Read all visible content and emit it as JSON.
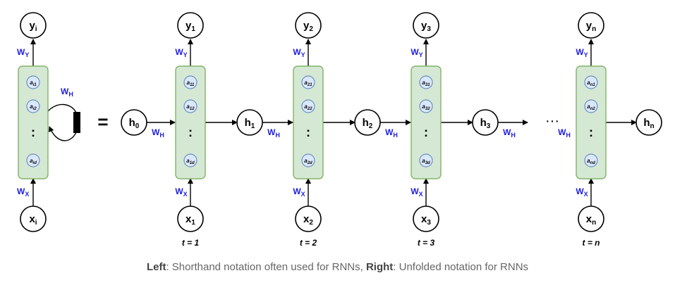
{
  "left": {
    "output": {
      "base": "y",
      "sub": "i"
    },
    "input": {
      "base": "x",
      "sub": "i"
    },
    "units": [
      {
        "base": "a",
        "sub": "i1"
      },
      {
        "base": "a",
        "sub": "i2"
      },
      {
        "base": "a",
        "sub": "id"
      }
    ],
    "w_out": {
      "base": "W",
      "sub": "Y"
    },
    "w_in": {
      "base": "W",
      "sub": "X"
    },
    "w_rec": {
      "base": "W",
      "sub": "H"
    }
  },
  "equals": "=",
  "dots": ":",
  "h0": {
    "base": "h",
    "sub": "0"
  },
  "steps": [
    {
      "output": {
        "base": "y",
        "sub": "1"
      },
      "input": {
        "base": "x",
        "sub": "1"
      },
      "units": [
        {
          "base": "a",
          "sub": "11"
        },
        {
          "base": "a",
          "sub": "12"
        },
        {
          "base": "a",
          "sub": "1d"
        }
      ],
      "hidden": {
        "base": "h",
        "sub": "1"
      },
      "time": "t = 1",
      "w_out": {
        "base": "W",
        "sub": "Y"
      },
      "w_in": {
        "base": "W",
        "sub": "X"
      },
      "w_h": {
        "base": "W",
        "sub": "H"
      }
    },
    {
      "output": {
        "base": "y",
        "sub": "2"
      },
      "input": {
        "base": "x",
        "sub": "2"
      },
      "units": [
        {
          "base": "a",
          "sub": "21"
        },
        {
          "base": "a",
          "sub": "22"
        },
        {
          "base": "a",
          "sub": "2d"
        }
      ],
      "hidden": {
        "base": "h",
        "sub": "2"
      },
      "time": "t = 2",
      "w_out": {
        "base": "W",
        "sub": "Y"
      },
      "w_in": {
        "base": "W",
        "sub": "X"
      },
      "w_h": {
        "base": "W",
        "sub": "H"
      }
    },
    {
      "output": {
        "base": "y",
        "sub": "3"
      },
      "input": {
        "base": "x",
        "sub": "3"
      },
      "units": [
        {
          "base": "a",
          "sub": "31"
        },
        {
          "base": "a",
          "sub": "32"
        },
        {
          "base": "a",
          "sub": "3d"
        }
      ],
      "hidden": {
        "base": "h",
        "sub": "3"
      },
      "time": "t = 3",
      "w_out": {
        "base": "W",
        "sub": "Y"
      },
      "w_in": {
        "base": "W",
        "sub": "X"
      },
      "w_h": {
        "base": "W",
        "sub": "H"
      }
    },
    {
      "output": {
        "base": "y",
        "sub": "n"
      },
      "input": {
        "base": "x",
        "sub": "n"
      },
      "units": [
        {
          "base": "a",
          "sub": "n1"
        },
        {
          "base": "a",
          "sub": "n2"
        },
        {
          "base": "a",
          "sub": "nd"
        }
      ],
      "hidden": {
        "base": "h",
        "sub": "n"
      },
      "time": "t = n",
      "w_out": {
        "base": "W",
        "sub": "Y"
      },
      "w_in": {
        "base": "W",
        "sub": "X"
      },
      "w_h": {
        "base": "W",
        "sub": "H"
      }
    }
  ],
  "w_h_after_h3": {
    "base": "W",
    "sub": "H"
  },
  "ellipsis": "···",
  "caption": {
    "left_label": "Left",
    "left_text": ": Shorthand notation often used for RNNs, ",
    "right_label": "Right",
    "right_text": ": Unfolded notation for RNNs"
  }
}
